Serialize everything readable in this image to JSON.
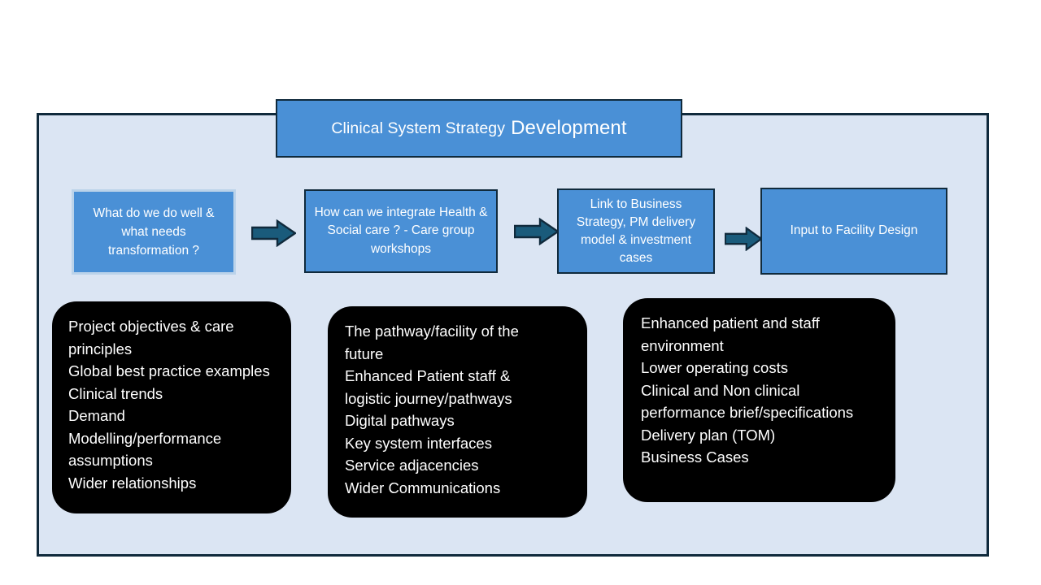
{
  "slide": {
    "title": {
      "text_primary": "Clinical System Strategy",
      "text_secondary": "Development",
      "full": "Clinical System Strategy Development"
    },
    "colors": {
      "panel_background": "#DBE5F3",
      "panel_border": "#102A3C",
      "box_fill": "#4A90D6",
      "box_border": "#102A3C",
      "selected_box_border": "#BBD3EA",
      "arrow_fill": "#1A5B7B",
      "arrow_border": "#102A3C",
      "card_background": "#000000",
      "card_text": "#FFFFFF",
      "canvas": "#FFFFFF"
    }
  },
  "process_steps": [
    {
      "id": "step-1",
      "label": "What do we do well & what needs transformation ?",
      "selected": true
    },
    {
      "id": "step-2",
      "label": "How can we integrate Health & Social care  ? - Care group workshops",
      "selected": false
    },
    {
      "id": "step-3",
      "label": "Link to Business Strategy, PM delivery model  & investment cases",
      "selected": false
    },
    {
      "id": "step-4",
      "label": "Input to Facility Design",
      "selected": false
    }
  ],
  "connectors": [
    {
      "id": "arrow-1",
      "icon": "right-arrow-icon"
    },
    {
      "id": "arrow-2",
      "icon": "right-arrow-icon"
    },
    {
      "id": "arrow-3",
      "icon": "right-arrow-icon"
    }
  ],
  "outcome_cards": [
    {
      "id": "card-1",
      "items": [
        "Project objectives & care principles",
        "Global best practice examples",
        "Clinical trends",
        "Demand Modelling/performance assumptions",
        "Wider relationships"
      ],
      "text": "Project objectives & care principles\nGlobal best practice examples\nClinical trends\nDemand Modelling/performance assumptions\nWider relationships"
    },
    {
      "id": "card-2",
      "items": [
        "The pathway/facility of the future",
        "Enhanced Patient staff & logistic journey/pathways",
        "Digital pathways",
        "Key system interfaces",
        "Service  adjacencies",
        "Wider Communications"
      ],
      "text": "The pathway/facility of the future\nEnhanced Patient staff & logistic journey/pathways\nDigital pathways\nKey system interfaces\nService  adjacencies\nWider Communications"
    },
    {
      "id": "card-3",
      "items": [
        "Enhanced  patient and staff environment",
        "Lower operating costs",
        "Clinical and Non clinical performance brief/specifications",
        "Delivery plan (TOM)",
        "Business Cases"
      ],
      "text": "Enhanced  patient and staff environment\nLower operating costs\nClinical and Non clinical performance brief/specifications\nDelivery plan (TOM)\nBusiness Cases"
    }
  ]
}
